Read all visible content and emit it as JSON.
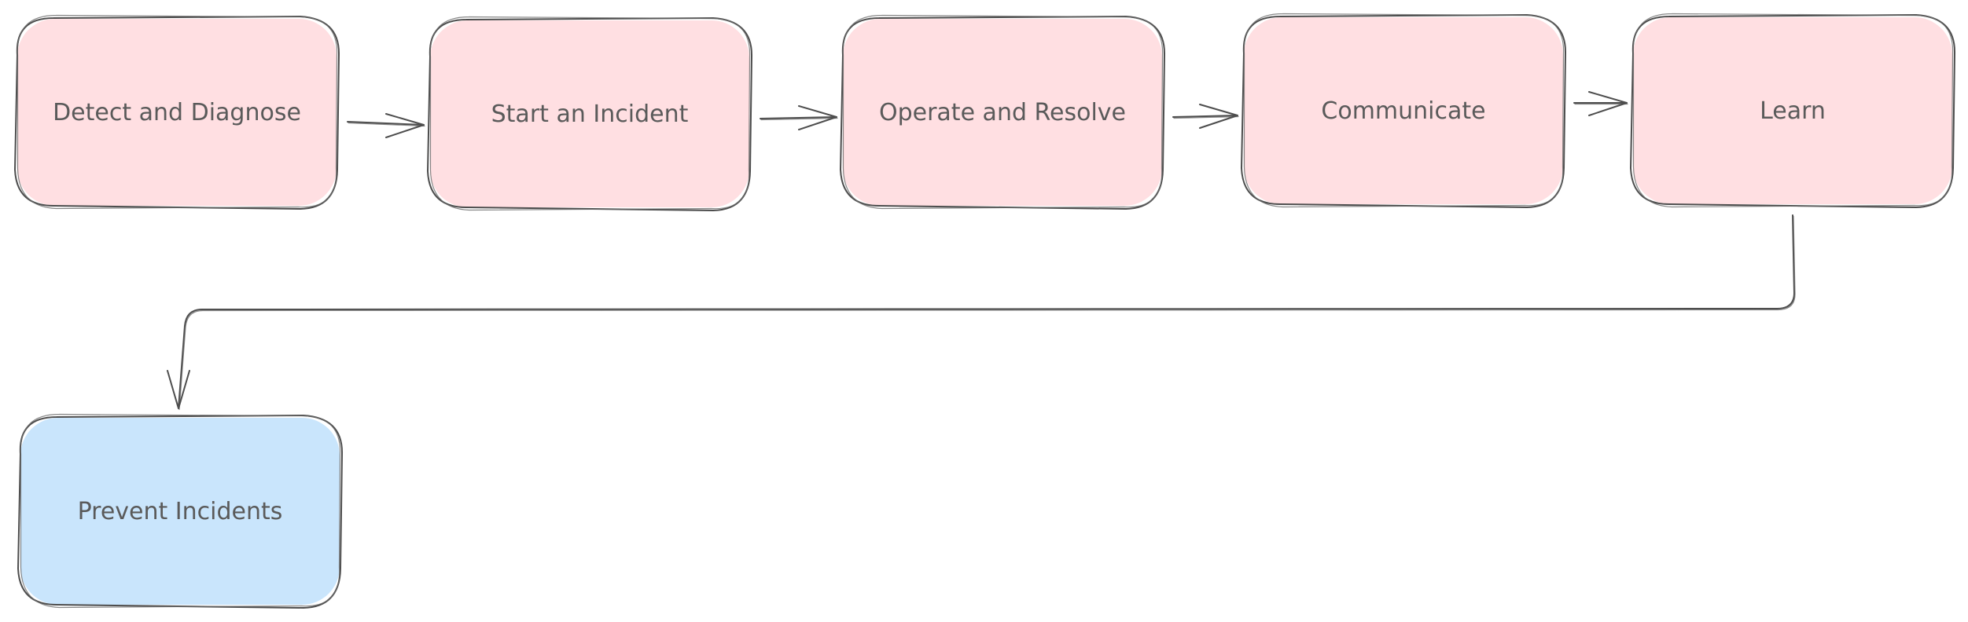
{
  "nodes": [
    {
      "id": "detect",
      "label": "Detect and Diagnose",
      "color": "#ffdfe2"
    },
    {
      "id": "start",
      "label": "Start an Incident",
      "color": "#ffdfe2"
    },
    {
      "id": "operate",
      "label": "Operate and Resolve",
      "color": "#ffdfe2"
    },
    {
      "id": "communicate",
      "label": "Communicate",
      "color": "#ffdfe2"
    },
    {
      "id": "learn",
      "label": "Learn",
      "color": "#ffdfe2"
    },
    {
      "id": "prevent",
      "label": "Prevent Incidents",
      "color": "#c9e5fc"
    }
  ],
  "edges": [
    {
      "from": "detect",
      "to": "start"
    },
    {
      "from": "start",
      "to": "operate"
    },
    {
      "from": "operate",
      "to": "communicate"
    },
    {
      "from": "communicate",
      "to": "learn"
    },
    {
      "from": "learn",
      "to": "prevent"
    }
  ],
  "colors": {
    "stroke": "#4d4d4d",
    "text": "#5a5a5a",
    "background": "#ffffff"
  }
}
